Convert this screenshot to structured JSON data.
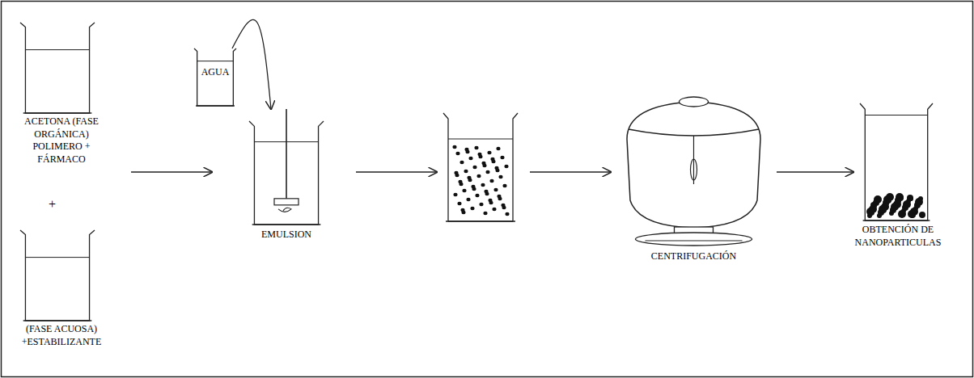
{
  "diagram": {
    "nodes": [
      {
        "text": [
          "ACETONA (FASE ORGÁNICA) POLIMERO + FÁRMACO"
        ]
      },
      {
        "text": [
          "(FASE ACUOSA) +ESTABILIZANTE"
        ]
      },
      {
        "text": [
          "AGUA"
        ]
      },
      {
        "text": [
          "EMULSION"
        ]
      },
      {
        "text": [
          "CENTRIFUGACIÓN"
        ]
      },
      {
        "text": [
          "OBTENCIÓN DE NANOPARTICULAS"
        ]
      }
    ],
    "edges": [
      {
        "from": 0,
        "to": 3,
        "arrow": "to"
      },
      {
        "from": 2,
        "to": 3,
        "arrow": "to"
      },
      {
        "from": 4,
        "to": 5,
        "arrow": "to"
      }
    ],
    "labels": [
      "+"
    ]
  }
}
